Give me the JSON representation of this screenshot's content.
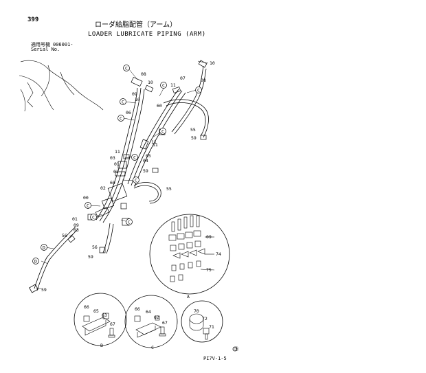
{
  "page": {
    "number": "399"
  },
  "title": {
    "jp": "ローダ給脂配管（アーム）",
    "en": "LOADER LUBRICATE PIPING (ARM)"
  },
  "serial": {
    "jp_label": "適用号機",
    "value": "006001-",
    "en_label": "Serial No."
  },
  "footer": {
    "code": "PI7V-1-5"
  },
  "callouts": [
    "C",
    "D",
    "A",
    "B"
  ],
  "part_numbers": [
    "01",
    "02",
    "03",
    "04",
    "05",
    "06",
    "07",
    "08",
    "09",
    "10",
    "11",
    "55",
    "56",
    "59",
    "60",
    "62",
    "63",
    "64",
    "65",
    "66",
    "67",
    "70",
    "71",
    "72",
    "74",
    "75",
    "00"
  ],
  "detail_labels": {
    "a": "A",
    "b": "B",
    "c": "C"
  }
}
